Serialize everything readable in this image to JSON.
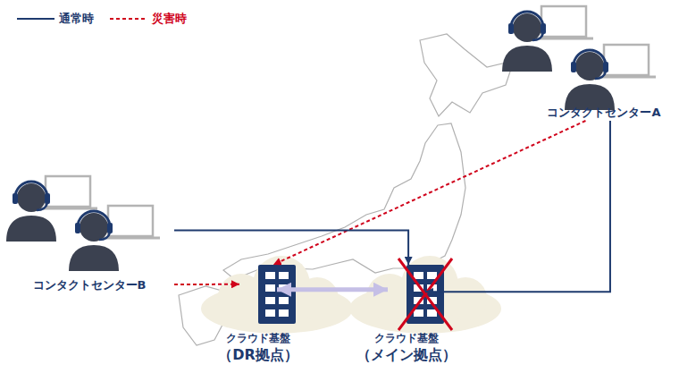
{
  "diagram": {
    "nodes": [
      {
        "text": [
          "コンタクトセンターA"
        ]
      },
      {
        "text": [
          "コンタクトセンターB"
        ]
      },
      {
        "text": [
          "クラウド基盤",
          "（DR拠点）"
        ]
      },
      {
        "text": [
          "クラウド基盤",
          "（メイン拠点）"
        ]
      }
    ],
    "edges": [
      {
        "from": 0,
        "to": 3,
        "arrow": "to"
      },
      {
        "from": 0,
        "to": 2,
        "arrow": "to"
      },
      {
        "from": 1,
        "to": 3,
        "arrow": "to"
      },
      {
        "from": 1,
        "to": 2,
        "arrow": "to"
      },
      {
        "from": 2,
        "to": 3,
        "arrow": "both"
      }
    ],
    "legend": [
      {
        "text": "通常時"
      },
      {
        "text": "災害時"
      }
    ]
  }
}
